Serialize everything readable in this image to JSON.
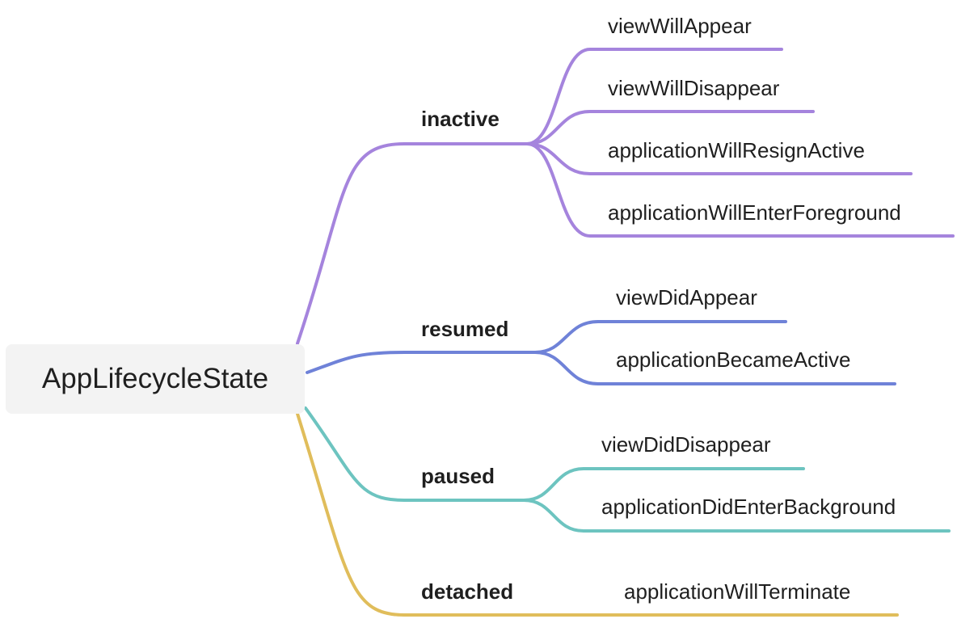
{
  "root": {
    "label": "AppLifecycleState"
  },
  "branches": [
    {
      "label": "inactive",
      "color": "#a584dd",
      "children": [
        "viewWillAppear",
        "viewWillDisappear",
        "applicationWillResignActive",
        "applicationWillEnterForeground"
      ]
    },
    {
      "label": "resumed",
      "color": "#6f82d8",
      "children": [
        "viewDidAppear",
        "applicationBecameActive"
      ]
    },
    {
      "label": "paused",
      "color": "#6dc4c0",
      "children": [
        "viewDidDisappear",
        "applicationDidEnterBackground"
      ]
    },
    {
      "label": "detached",
      "color": "#e0bd5b",
      "children": [
        "applicationWillTerminate"
      ]
    }
  ]
}
